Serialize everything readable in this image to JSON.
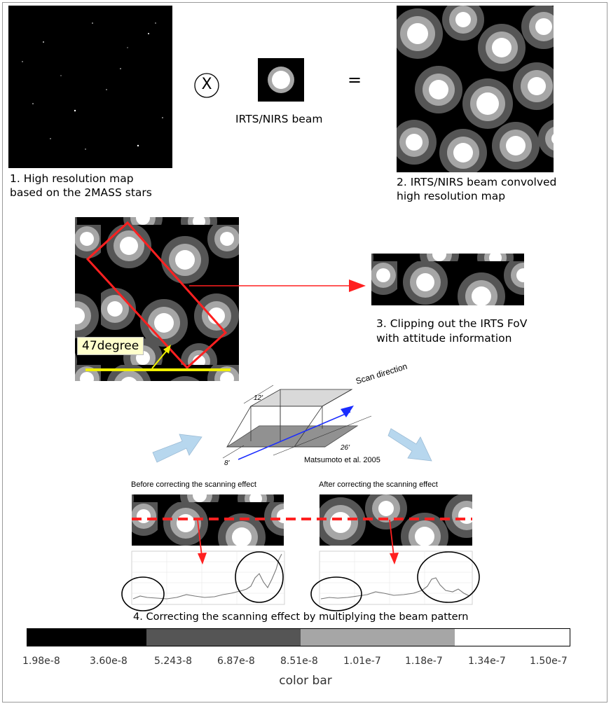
{
  "panel1": {
    "caption_line1": "1. High resolution map",
    "caption_line2": "based on the 2MASS stars"
  },
  "operator_symbol": "X",
  "beam": {
    "label": "IRTS/NIRS beam"
  },
  "equals": "=",
  "panel2": {
    "caption_line1": "2. IRTS/NIRS beam convolved",
    "caption_line2": "high resolution map"
  },
  "panel3": {
    "angle_label": "47degree",
    "caption_line1": "3. Clipping out the IRTS FoV",
    "caption_line2": "with attitude information"
  },
  "scan": {
    "direction_label": "Scan direction",
    "dim_width": "12'",
    "dim_length": "26'",
    "dim_height": "8'",
    "citation": "Matsumoto et al. 2005"
  },
  "panel4": {
    "before_title": "Before correcting the scanning effect",
    "after_title": "After correcting the scanning effect",
    "caption": "4. Correcting the scanning effect by multiplying the beam pattern"
  },
  "colorbar": {
    "title": "color bar",
    "colors": [
      "#000000",
      "#555555",
      "#a6a6a6",
      "#ffffff"
    ],
    "ticks": [
      "1.98e-8",
      "3.60e-8",
      "5.243-8",
      "6.87e-8",
      "8.51e-8",
      "1.01e-7",
      "1.18e-7",
      "1.34e-7",
      "1.50e-7"
    ]
  },
  "colors": {
    "fov_box": "#ff2020",
    "angle_line": "#f0f000",
    "angle_label_bg": "#ffffcc",
    "scan_arrow": "#1a2cff",
    "flow_arrow": "#b7d7ee"
  }
}
